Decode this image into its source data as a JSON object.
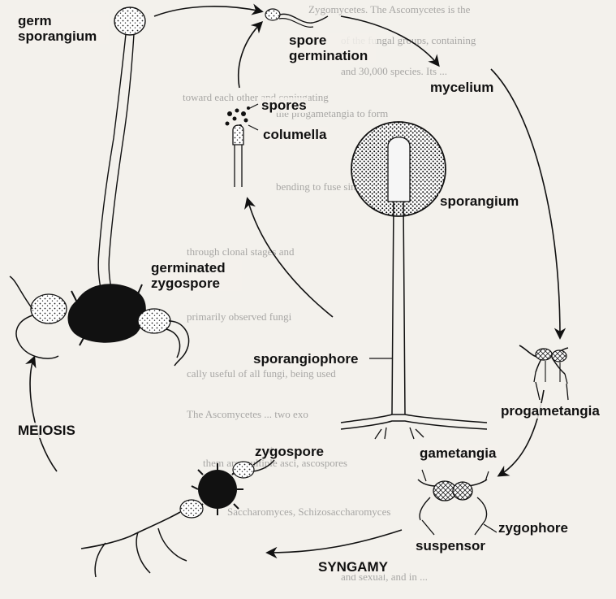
{
  "labels": {
    "germ_sporangium": "germ sporangium",
    "spore_germination": "spore germination",
    "spores": "spores",
    "columella": "columella",
    "mycelium": "mycelium",
    "sporangium": "sporangium",
    "germinated_zygospore": "germinated zygospore",
    "sporangiophore": "sporangiophore",
    "progametangia": "progametangia",
    "meiosis": "MEIOSIS",
    "gametangia": "gametangia",
    "zygospore": "zygospore",
    "zygophore": "zygophore",
    "suspensor": "suspensor",
    "syngamy": "SYNGAMY"
  },
  "colors": {
    "ink": "#111111",
    "background": "#f3f1ec",
    "faded_text": "#6a6a6a"
  }
}
